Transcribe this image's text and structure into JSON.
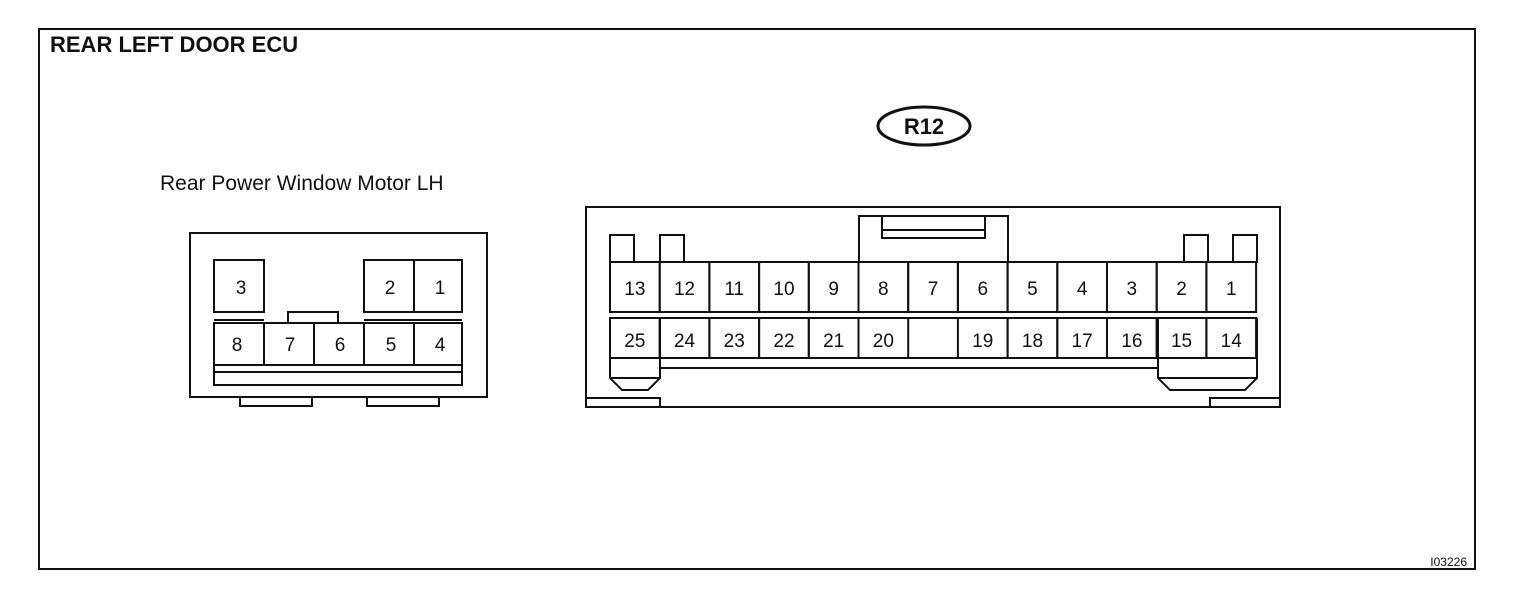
{
  "diagram": {
    "title": "REAR LEFT DOOR ECU",
    "image_code": "I03226",
    "motor_connector": {
      "label": "Rear Power Window Motor LH",
      "top_row": [
        "3",
        "2",
        "1"
      ],
      "bottom_row": [
        "8",
        "7",
        "6",
        "5",
        "4"
      ]
    },
    "ecu_connector": {
      "id": "R12",
      "top_row": [
        "13",
        "12",
        "11",
        "10",
        "9",
        "8",
        "7",
        "6",
        "5",
        "4",
        "3",
        "2",
        "1"
      ],
      "bottom_row": [
        "25",
        "24",
        "23",
        "22",
        "21",
        "20",
        "19",
        "18",
        "17",
        "16",
        "15",
        "14"
      ]
    }
  }
}
